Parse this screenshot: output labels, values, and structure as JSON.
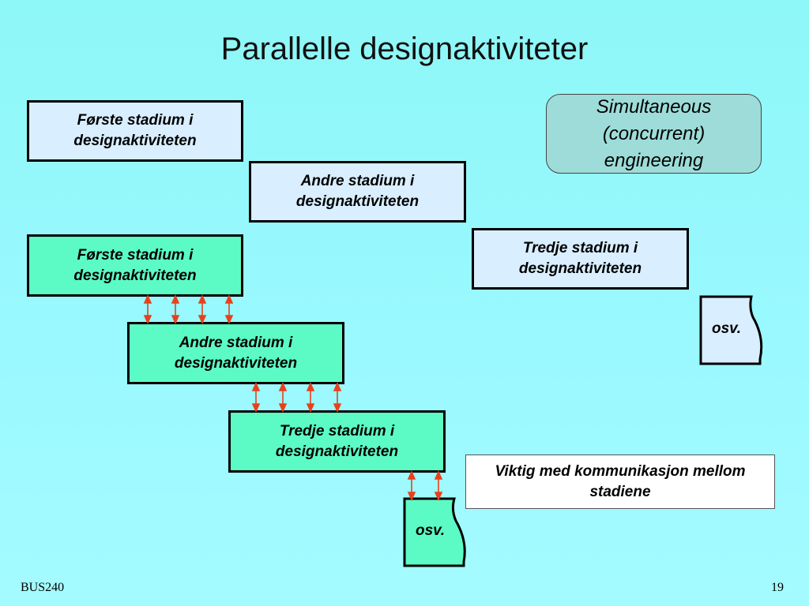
{
  "slide": {
    "title": "Parallelle designaktiviteter",
    "concurrent_label": "Simultaneous (concurrent) engineering",
    "note": "Viktig med kommunikasjon mellom stadiene",
    "footer_left": "BUS240",
    "page_number": "19"
  },
  "sequential": {
    "stage1": "Første stadium i designaktiviteten",
    "stage2": "Andre stadium i designaktiviteten",
    "stage3": "Tredje stadium i designaktiviteten",
    "etc": "osv."
  },
  "parallel": {
    "stage1": "Første stadium i designaktiviteten",
    "stage2": "Andre stadium i designaktiviteten",
    "stage3": "Tredje stadium i designaktiviteten",
    "etc": "osv."
  },
  "colors": {
    "sequential_fill": "#d9eefe",
    "parallel_fill": "#5cfbc6",
    "arrow": "#e8401c",
    "background": "#9af9ff"
  }
}
